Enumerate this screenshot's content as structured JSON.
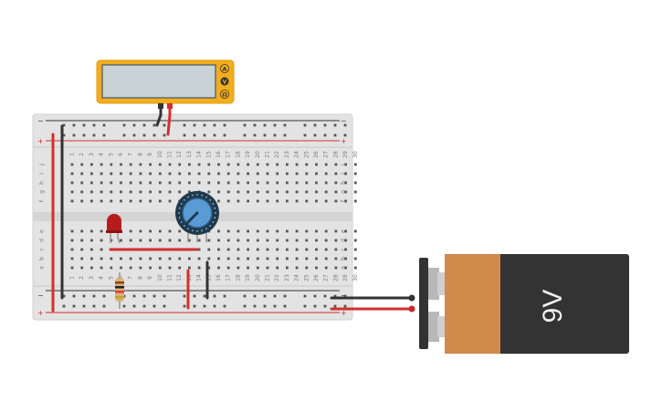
{
  "breadboard": {
    "columns": [
      "1",
      "2",
      "3",
      "4",
      "5",
      "6",
      "7",
      "8",
      "9",
      "10",
      "11",
      "12",
      "13",
      "14",
      "15",
      "16",
      "17",
      "18",
      "19",
      "20",
      "21",
      "22",
      "23",
      "24",
      "25",
      "26",
      "27",
      "28",
      "29",
      "30"
    ],
    "rows_top": [
      "j",
      "i",
      "h",
      "g",
      "f"
    ],
    "rows_bottom": [
      "e",
      "d",
      "c",
      "b",
      "a"
    ],
    "rail_plus": "+",
    "rail_minus": "−"
  },
  "multimeter": {
    "mode_a": "A",
    "mode_v": "V",
    "mode_r": "Ω"
  },
  "battery": {
    "label": "9V"
  },
  "colors": {
    "wire_red": "#d32f2f",
    "wire_black": "#333333",
    "multimeter_body": "#f2ad1c",
    "battery_copper": "#d08a4c",
    "battery_body": "#333333",
    "pot_knob": "#5b9bd5",
    "led": "#b71c1c"
  }
}
